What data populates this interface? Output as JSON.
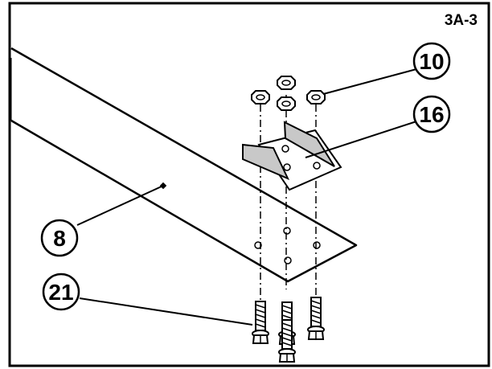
{
  "figure": {
    "id": "3A-3"
  },
  "callouts": [
    {
      "number": "10"
    },
    {
      "number": "16"
    },
    {
      "number": "8"
    },
    {
      "number": "21"
    }
  ],
  "colors": {
    "line": "#000000",
    "bracket_fill": "#c8c8c8",
    "background": "#ffffff"
  }
}
